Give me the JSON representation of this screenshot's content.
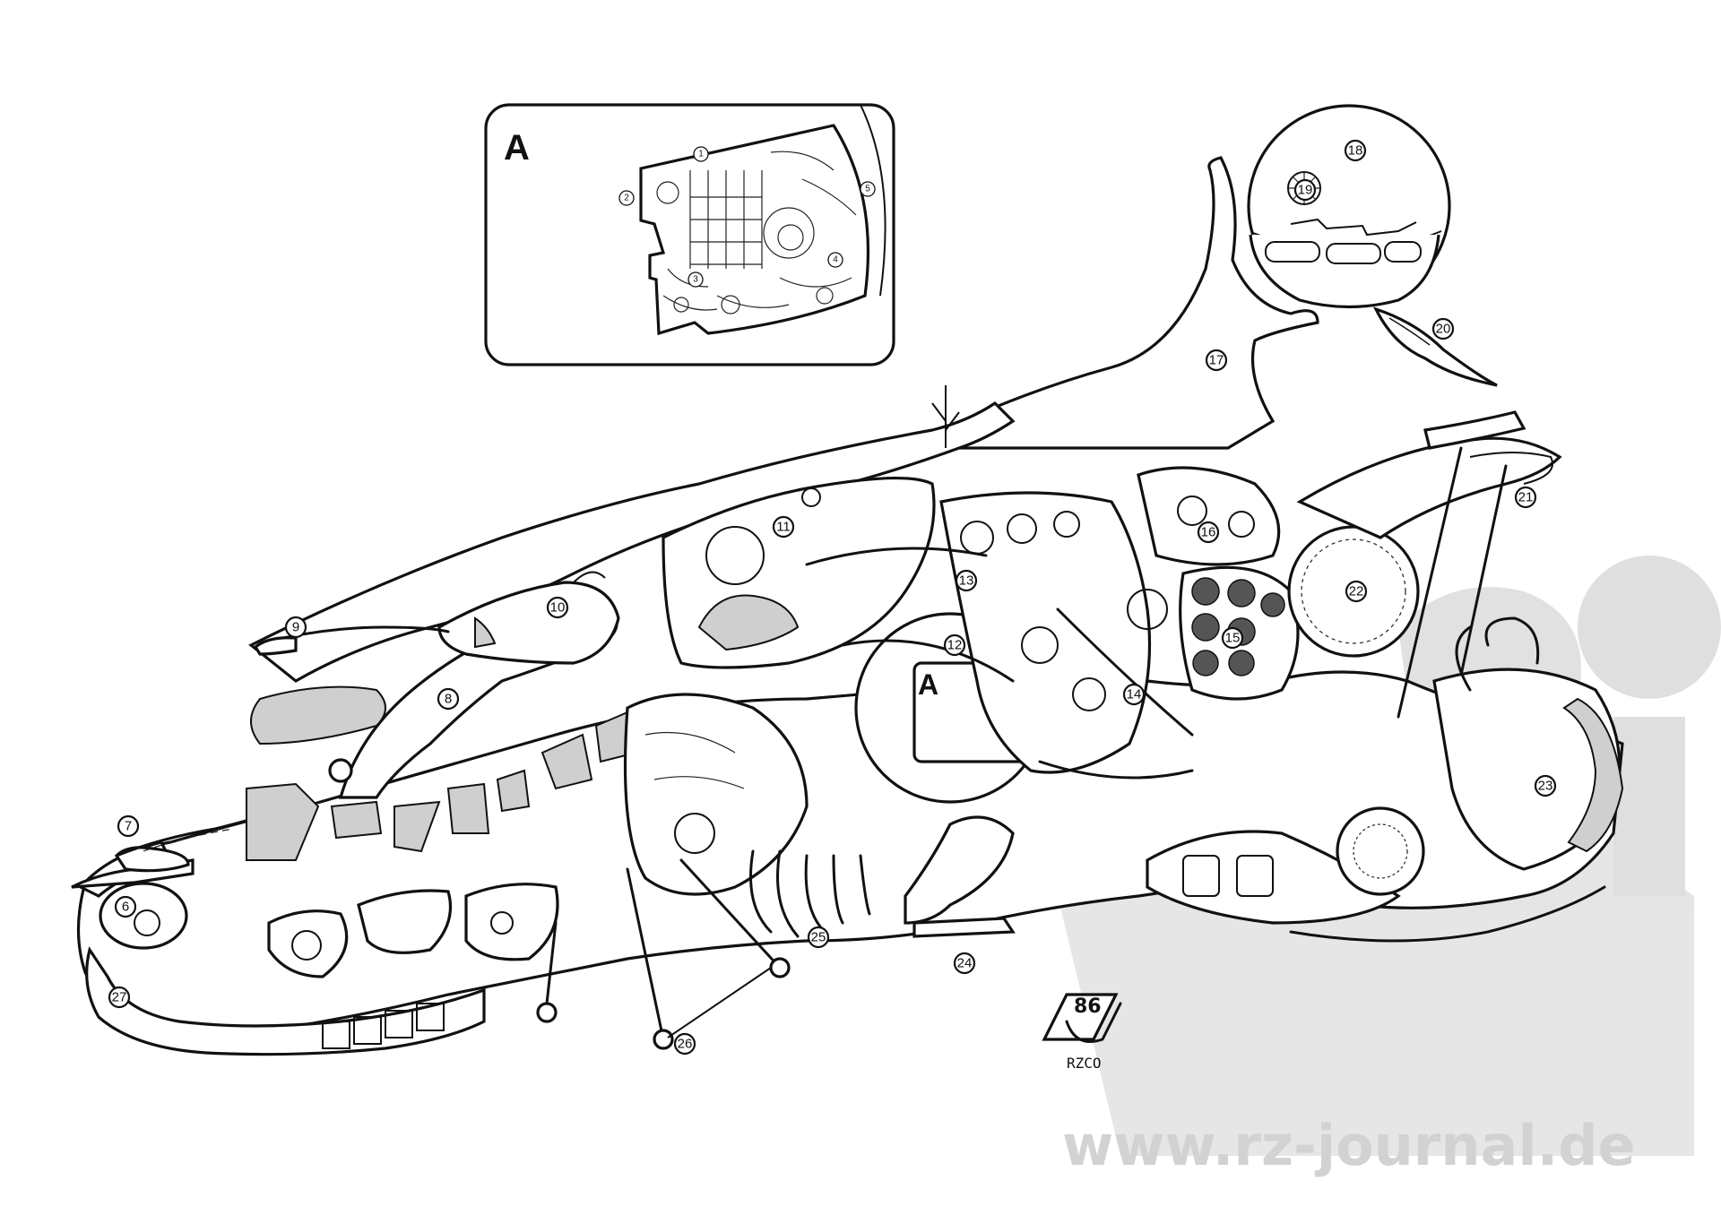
{
  "inset": {
    "letter": "A",
    "callouts": [
      "1",
      "2",
      "3",
      "4",
      "5"
    ]
  },
  "main_marker": {
    "letter": "A"
  },
  "callouts": [
    "6",
    "7",
    "8",
    "9",
    "10",
    "11",
    "12",
    "13",
    "14",
    "15",
    "16",
    "17",
    "18",
    "19",
    "20",
    "21",
    "22",
    "23",
    "24",
    "25",
    "26",
    "27"
  ],
  "signature": {
    "badge": "86",
    "name": "RZCO"
  },
  "watermark": {
    "url": "www.rz-journal.de",
    "color": "#d2d2d2"
  },
  "colors": {
    "ink": "#111111",
    "paper": "#ffffff"
  }
}
